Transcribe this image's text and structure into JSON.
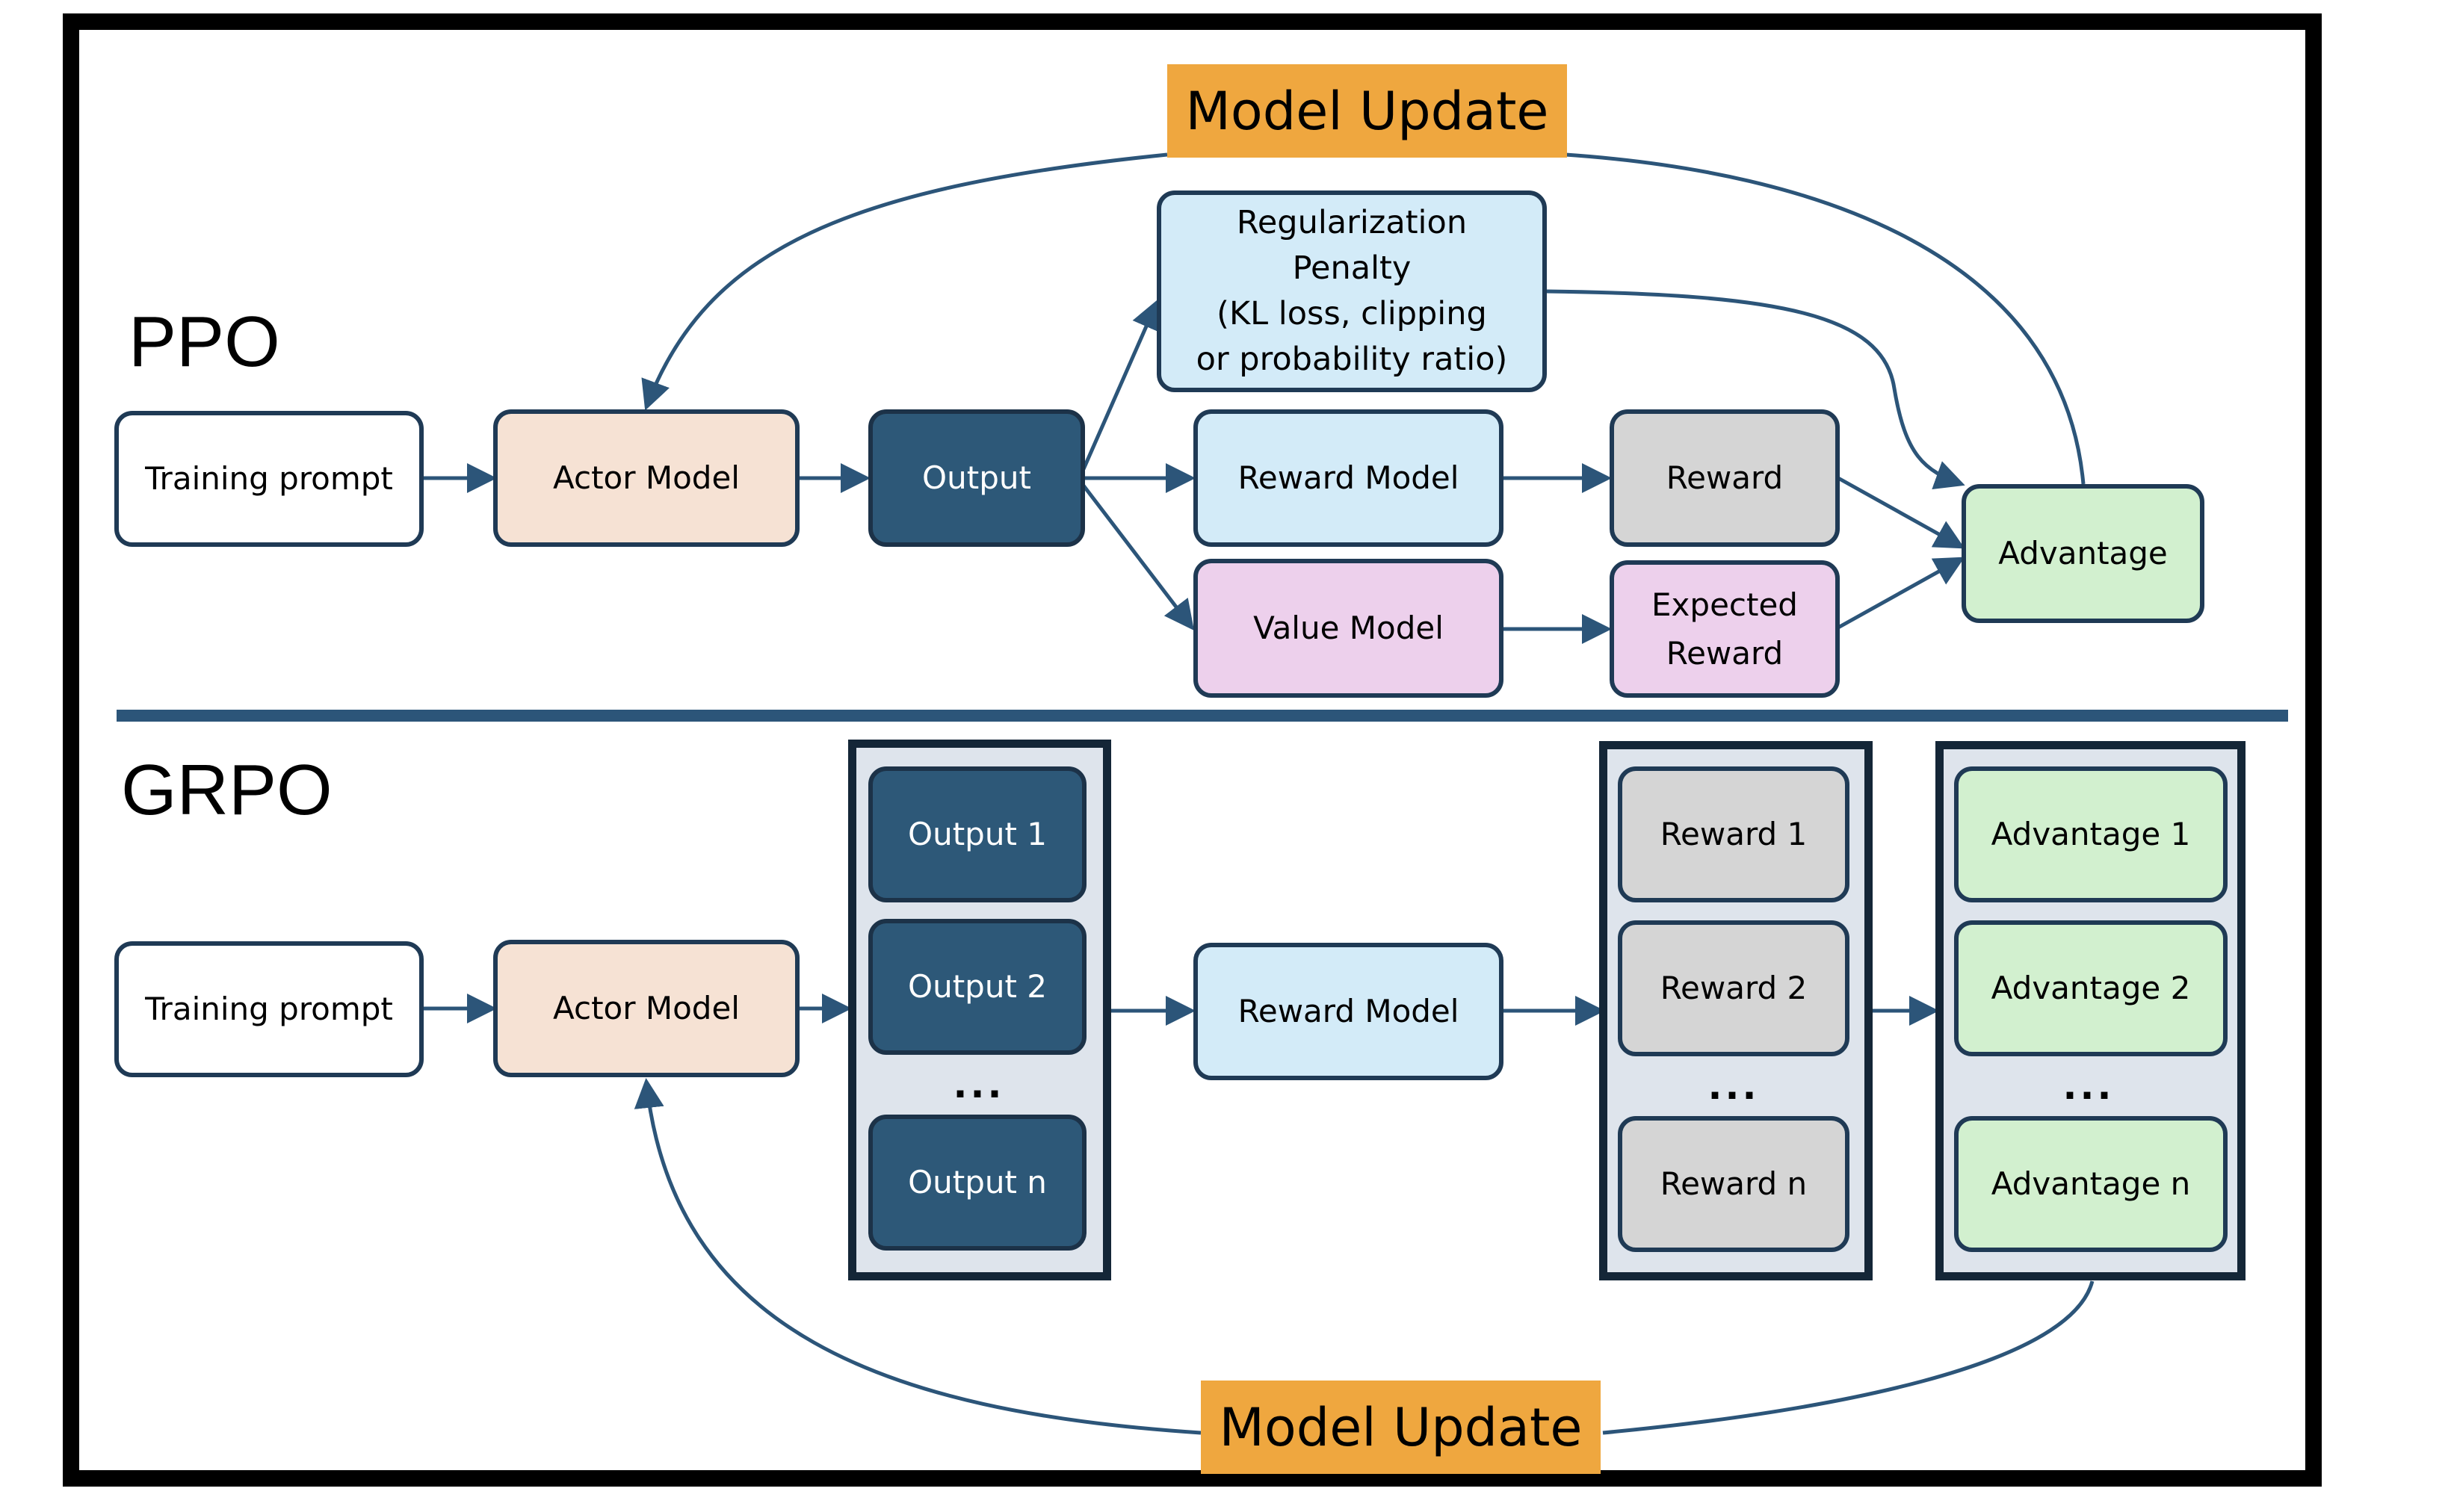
{
  "ppo": {
    "title": "PPO",
    "model_update": "Model Update",
    "training_prompt": "Training prompt",
    "actor_model": "Actor Model",
    "output": "Output",
    "regularization_penalty": "Regularization\nPenalty\n(KL loss, clipping\nor probability ratio)",
    "reward_model": "Reward Model",
    "value_model": "Value Model",
    "reward": "Reward",
    "expected_reward": "Expected\nReward",
    "advantage": "Advantage"
  },
  "grpo": {
    "title": "GRPO",
    "model_update": "Model Update",
    "training_prompt": "Training prompt",
    "actor_model": "Actor Model",
    "outputs": [
      "Output 1",
      "Output 2",
      "Output n"
    ],
    "reward_model": "Reward Model",
    "rewards": [
      "Reward 1",
      "Reward 2",
      "Reward n"
    ],
    "advantages": [
      "Advantage 1",
      "Advantage 2",
      "Advantage n"
    ],
    "ellipsis": "..."
  },
  "colors": {
    "frame": "#000000",
    "arrow": "#2c5579",
    "output_fill": "#2d5878",
    "actor_fill": "#f6e2d4",
    "model_fill": "#d3ebf8",
    "reward_fill": "#d5d5d5",
    "value_fill": "#edd0ec",
    "advantage_fill": "#d2f0cf",
    "update_label_fill": "#efa73f"
  }
}
